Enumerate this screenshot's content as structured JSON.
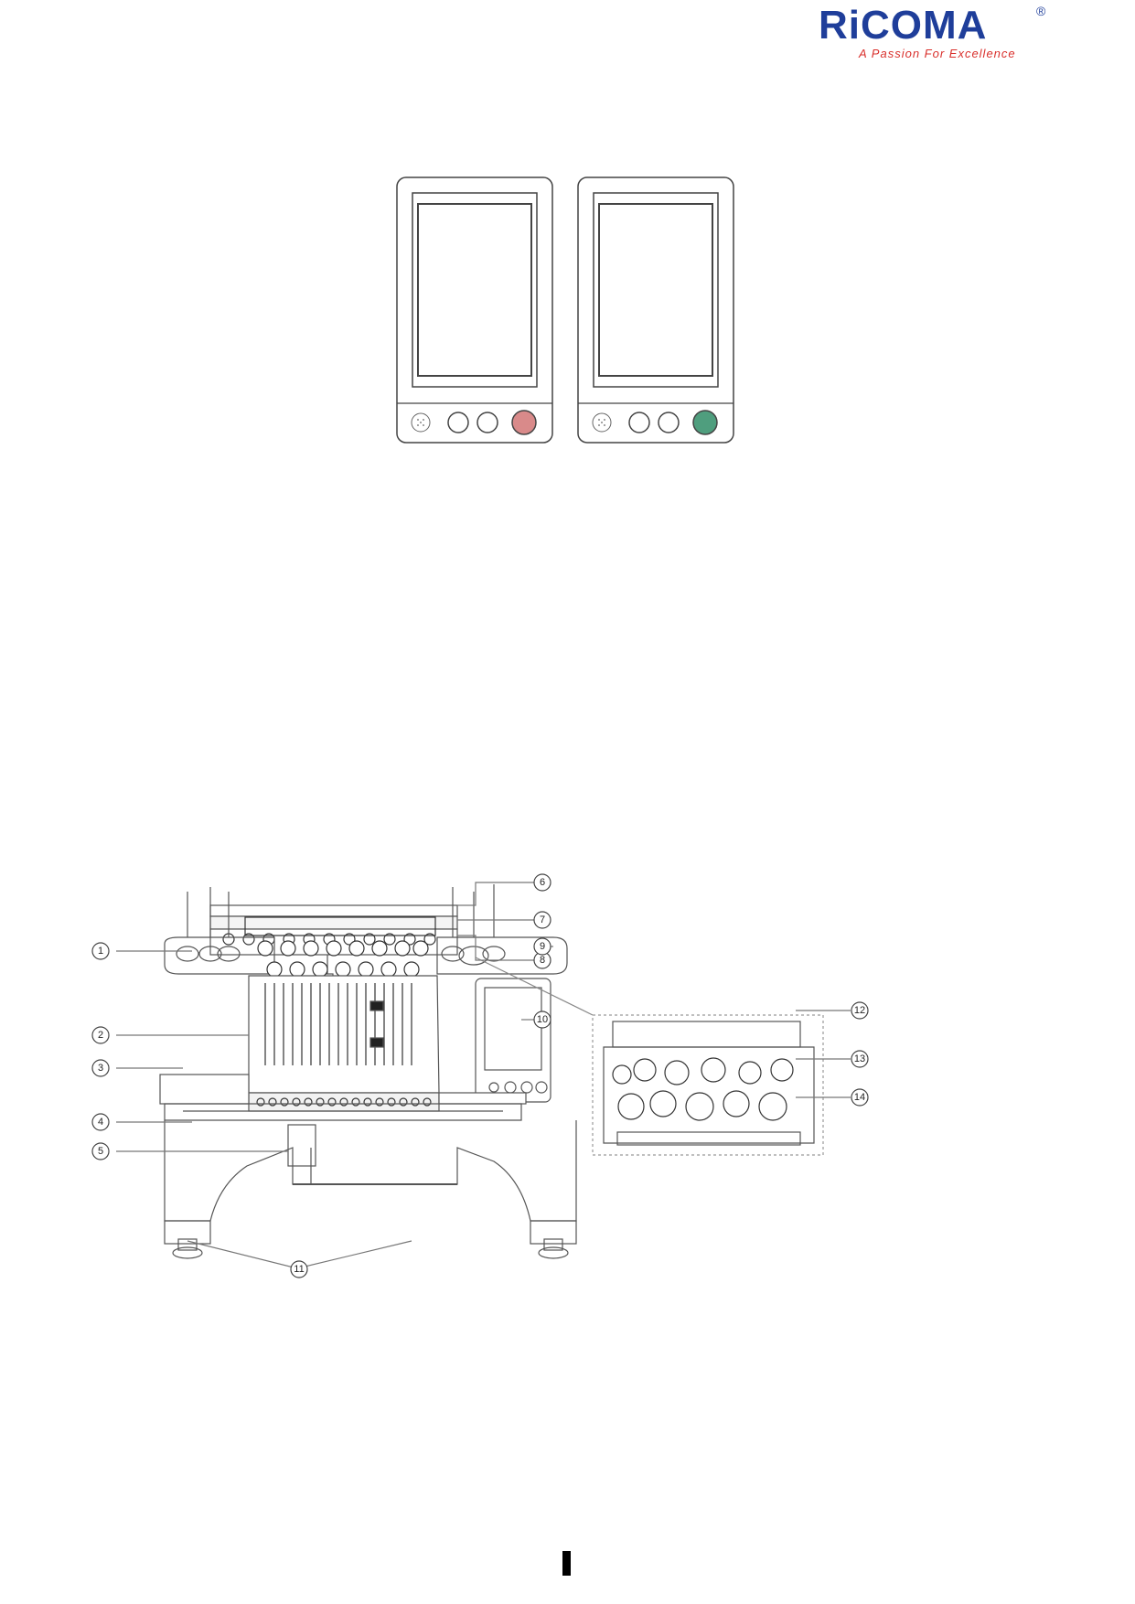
{
  "header": {
    "brand": "RiCOMA",
    "registered_mark": "®",
    "tagline": "A Passion For Excellence",
    "brand_color": "#1f3e9a",
    "tagline_color": "#d9302c"
  },
  "panels": [
    {
      "name": "control-panel-stopped",
      "button_color": "#d98a8a",
      "icons": [
        "speaker-icon",
        "round-button-icon",
        "round-button-icon",
        "stop-button-icon"
      ]
    },
    {
      "name": "control-panel-running",
      "button_color": "#4f9e7e",
      "icons": [
        "speaker-icon",
        "round-button-icon",
        "round-button-icon",
        "start-button-icon"
      ]
    }
  ],
  "diagram": {
    "callouts": [
      "1",
      "2",
      "3",
      "4",
      "5",
      "6",
      "7",
      "8",
      "9",
      "10",
      "11",
      "12",
      "13",
      "14"
    ]
  }
}
